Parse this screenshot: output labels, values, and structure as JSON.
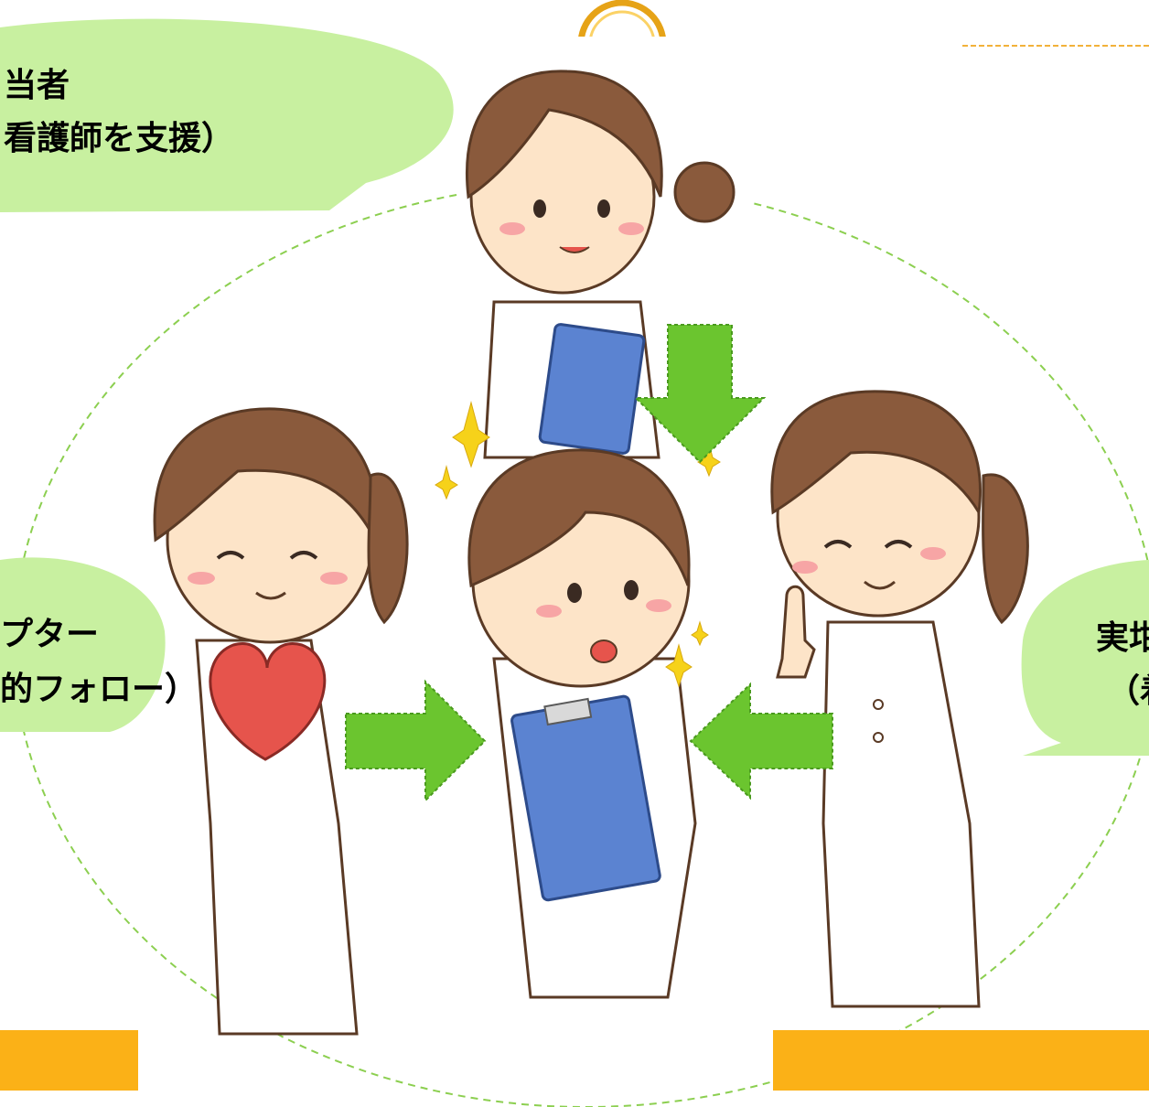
{
  "colors": {
    "bubble_green": "#c8f0a0",
    "arrow_green": "#6bc52f",
    "dashed_circle": "#8ccf50",
    "orange_bar": "#fbb117",
    "skin": "#fde4c8",
    "hair": "#8a5a3c",
    "uniform": "#ffffff",
    "clipboard": "#5b83d1",
    "heart": "#e6544c",
    "sparkle": "#f6d21a"
  },
  "labels": {
    "top": {
      "line1": "当者",
      "line2": "看護師を支援）"
    },
    "left": {
      "line1": "プター",
      "line2": "的フォロー）"
    },
    "right": {
      "line1": "実坩",
      "line2": "（着"
    }
  },
  "icons": [
    "nurse-top-icon",
    "nurse-left-icon",
    "nurse-center-icon",
    "nurse-right-icon",
    "heart-icon",
    "clipboard-icon",
    "sparkle-icon",
    "arrow-down-icon",
    "arrow-right-icon",
    "arrow-left-icon"
  ]
}
